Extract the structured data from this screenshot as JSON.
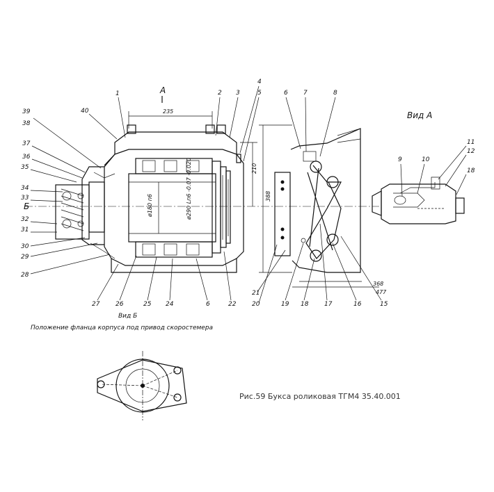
{
  "view_label_top": "А",
  "view_label_left": "Б",
  "view_a_title": "Вид А",
  "view_b_title": "Вид Б",
  "flange_note": "Положение фланца корпуса под привод скоростемера",
  "caption": "Рис.59 Букса роликовая ТГМ4 35.40.001",
  "dimensions": {
    "d235": "235",
    "d210": "210",
    "d388": "388",
    "d368": "368",
    "d477": "477",
    "fit1": "ø180 п6",
    "fit2": "ø290 Lп6 -0.07 -0.020"
  },
  "callouts_top": [
    "1",
    "2",
    "3",
    "4",
    "5",
    "6",
    "7",
    "8"
  ],
  "callouts_left": [
    "39",
    "38",
    "40",
    "37",
    "36",
    "35",
    "34",
    "33",
    "32",
    "31",
    "30",
    "29",
    "28"
  ],
  "callouts_bottom": [
    "27",
    "26",
    "25",
    "24",
    "6",
    "22",
    "21",
    "20",
    "19",
    "18",
    "17",
    "16",
    "15"
  ],
  "callouts_view_a": [
    "9",
    "10",
    "11",
    "12",
    "18"
  ]
}
